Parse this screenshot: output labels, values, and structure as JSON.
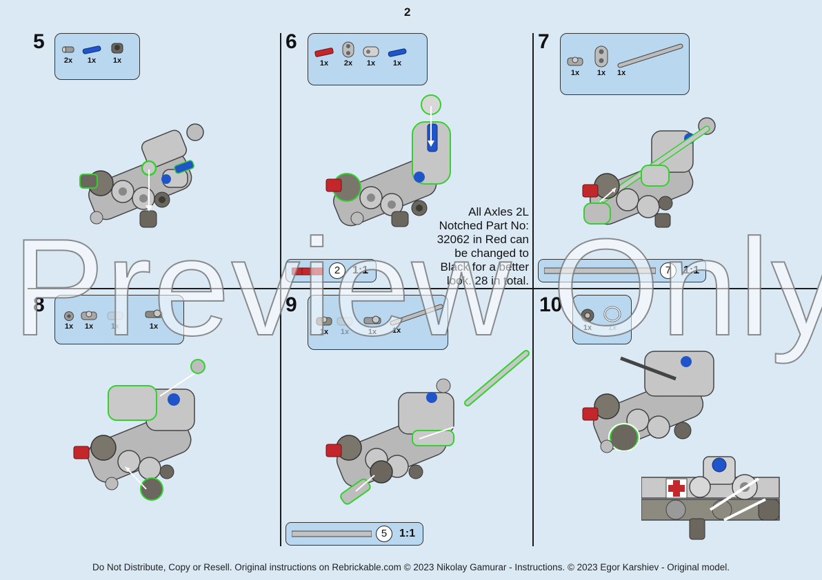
{
  "page": {
    "number": "2"
  },
  "steps": [
    {
      "number": "5",
      "parts": [
        {
          "qty": "2x"
        },
        {
          "qty": "1x"
        },
        {
          "qty": "1x"
        }
      ]
    },
    {
      "number": "6",
      "parts": [
        {
          "qty": "1x"
        },
        {
          "qty": "2x"
        },
        {
          "qty": "1x"
        },
        {
          "qty": "1x"
        }
      ],
      "scale": {
        "count": "2",
        "ratio": "1:1"
      }
    },
    {
      "number": "7",
      "parts": [
        {
          "qty": "1x"
        },
        {
          "qty": "1x"
        },
        {
          "qty": "1x"
        }
      ],
      "scale": {
        "count": "7",
        "ratio": "1:1"
      }
    },
    {
      "number": "8",
      "parts": [
        {
          "qty": "1x"
        },
        {
          "qty": "1x"
        },
        {
          "qty": "1x"
        },
        {
          "qty": "1x"
        }
      ]
    },
    {
      "number": "9",
      "parts": [
        {
          "qty": "1x"
        },
        {
          "qty": "1x"
        },
        {
          "qty": "1x"
        },
        {
          "qty": "1x"
        }
      ],
      "scale": {
        "count": "5",
        "ratio": "1:1"
      }
    },
    {
      "number": "10",
      "parts": [
        {
          "qty": "1x"
        },
        {
          "qty": "1x"
        }
      ]
    }
  ],
  "note": {
    "lines": [
      "All Axles 2L",
      "Notched Part No:",
      "32062 in Red can",
      "be changed to",
      "Black for a better",
      "look. 28 in total."
    ]
  },
  "watermark": "Preview Only",
  "footer": "Do Not Distribute, Copy or Resell. Original instructions on Rebrickable.com © 2023 Nikolay Gamurar - Instructions. © 2023 Egor Karshiev - Original model.",
  "colors": {
    "background": "#dbe9f5",
    "callout": "#b9d8f0",
    "highlight": "#35d02e",
    "red_axle": "#c4272b",
    "blue_pin": "#1f55c8",
    "light_gray": "#b8b8b8",
    "dark_gray": "#6b675e"
  }
}
